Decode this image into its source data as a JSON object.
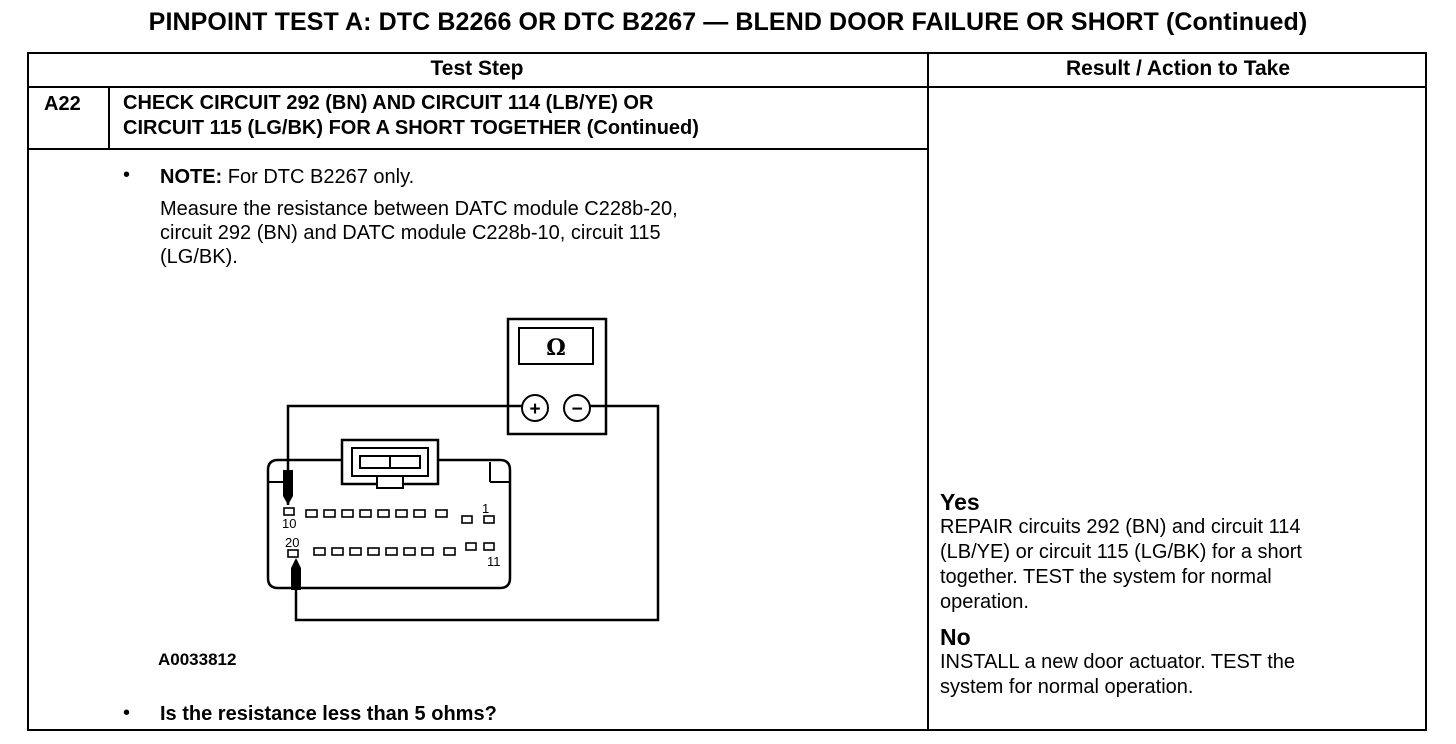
{
  "title": "PINPOINT TEST  A: DTC B2266 OR DTC B2267 — BLEND DOOR FAILURE OR SHORT (Continued)",
  "table": {
    "col_test_step": "Test Step",
    "col_result": "Result / Action to Take"
  },
  "step": {
    "number": "A22",
    "title_line1": "CHECK CIRCUIT 292 (BN) AND CIRCUIT 114 (LB/YE) OR",
    "title_line2": "CIRCUIT 115 (LG/BK) FOR A SHORT TOGETHER (Continued)",
    "bullet_char": "•",
    "note_label": "NOTE:",
    "note_text": " For DTC B2267 only.",
    "measure_line1": "Measure the resistance between DATC module C228b-20,",
    "measure_line2": "circuit 292 (BN) and DATC module C228b-10, circuit 115",
    "measure_line3": "(LG/BK).",
    "question": "Is the resistance less than 5 ohms?"
  },
  "figure": {
    "id": "A0033812",
    "meter_symbol": "Ω",
    "plus": "+",
    "minus": "−",
    "pin_1": "1",
    "pin_10": "10",
    "pin_20": "20",
    "pin_11": "11"
  },
  "results": {
    "yes_label": "Yes",
    "yes_line1": "REPAIR circuits 292 (BN) and circuit 114",
    "yes_line2": "(LB/YE) or circuit 115 (LG/BK) for a short",
    "yes_line3": "together. TEST the system for normal",
    "yes_line4": "operation.",
    "no_label": "No",
    "no_line1": "INSTALL a new door actuator. TEST the",
    "no_line2": "system for  normal operation."
  }
}
